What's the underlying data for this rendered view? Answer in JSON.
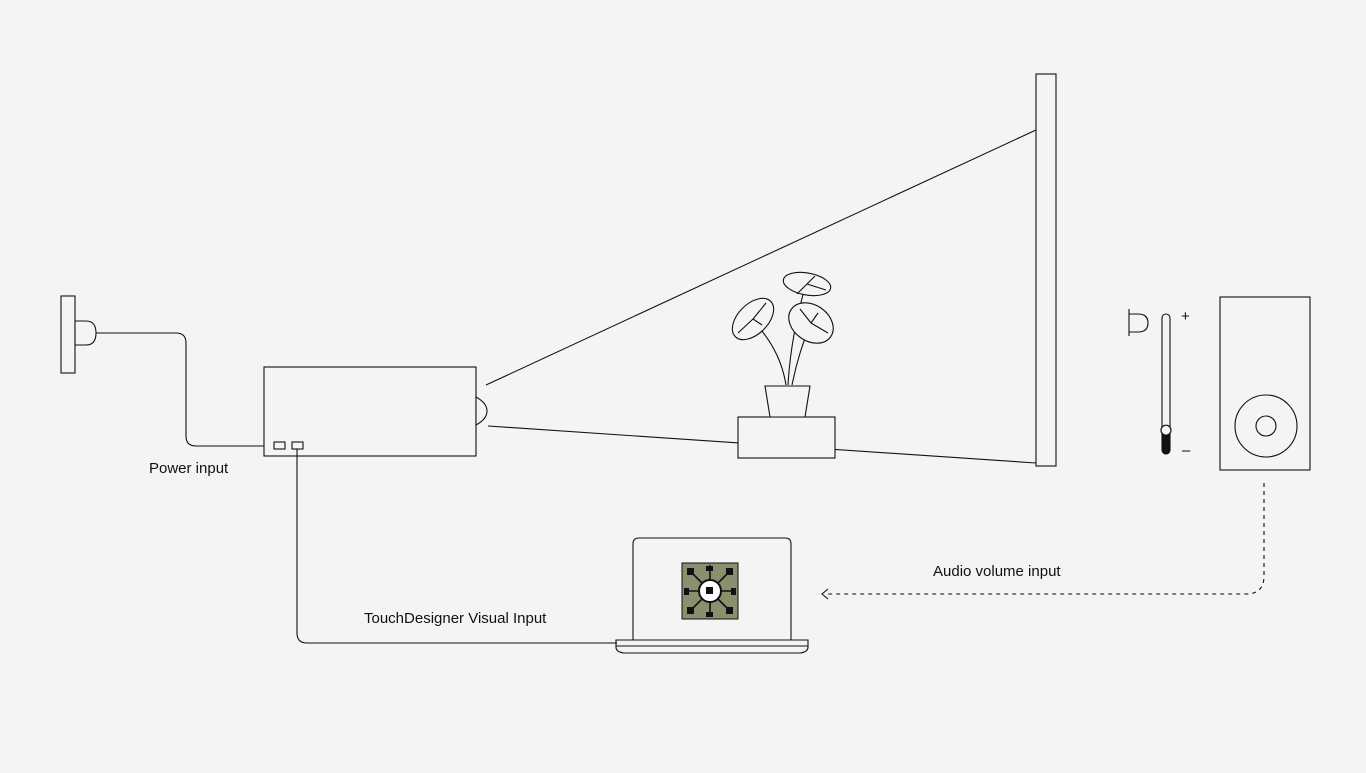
{
  "labels": {
    "power_input": "Power input",
    "visual_input": "TouchDesigner Visual Input",
    "audio_input": "Audio volume input",
    "volume_plus": "+",
    "volume_minus": "–"
  },
  "colors": {
    "background": "#f4f4f4",
    "stroke": "#111111",
    "touchdesigner_logo_bg": "#8c8f6d"
  },
  "icons": {
    "wall_outlet": "wall-outlet-icon",
    "projector": "projector-icon",
    "screen": "projection-screen-icon",
    "plant": "potted-plant-icon",
    "laptop": "laptop-icon",
    "touchdesigner_logo": "touchdesigner-logo-icon",
    "volume_slider": "volume-slider-icon",
    "speaker": "speaker-icon"
  },
  "volume_level": 0.15
}
